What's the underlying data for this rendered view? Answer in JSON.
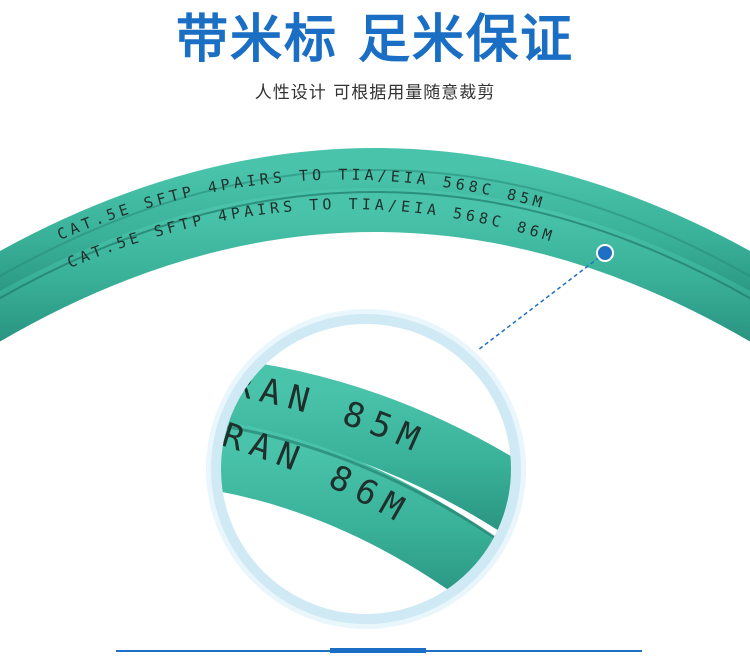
{
  "header": {
    "title": "带米标 足米保证",
    "subtitle": "人性设计 可根据用量随意裁剪"
  },
  "cable": {
    "print_outer": "CAT.5E SFTP 4PAIRS TO TIA/EIA 568C 85M",
    "print_inner": "CAT.5E SFTP 4PAIRS TO TIA/EIA 568C 86M",
    "zoom_upper": "RAN 85M",
    "zoom_lower": "RAN 86M"
  },
  "colors": {
    "headline": "#1a6fc4",
    "cable": "#3ab29a",
    "accent": "#1f70c4",
    "zoom_ring": "#cfe9f5"
  }
}
